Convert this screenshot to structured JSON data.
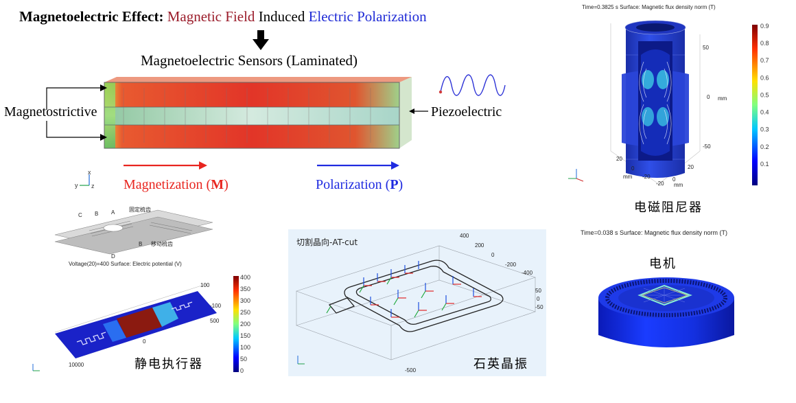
{
  "header": {
    "prefix": "Magnetoelectric Effect:",
    "field": "Magnetic Field",
    "mid": "Induced",
    "polar": "Electric Polarization"
  },
  "sensor": {
    "title": "Magnetoelectric Sensors (Laminated)",
    "left_label": "Magnetostrictive",
    "right_label": "Piezoelectric",
    "magnetization": "Magnetization (",
    "magnetization_sym": "M",
    "polarization": "Polarization (",
    "polarization_sym": "P",
    "close_paren": ")"
  },
  "damper": {
    "plot_title": "Time=0.3825 s   Surface: Magnetic flux density norm (T)",
    "caption": "电磁阻尼器",
    "colorbar_ticks": [
      "0.9",
      "0.8",
      "0.7",
      "0.6",
      "0.5",
      "0.4",
      "0.3",
      "0.2",
      "0.1"
    ],
    "axis_ticks": [
      "50",
      "0",
      "mm",
      "-50",
      "20",
      "0",
      "20",
      "mm",
      "-20",
      "-20",
      "0",
      "mm"
    ]
  },
  "motor": {
    "plot_title": "Time=0.038 s   Surface: Magnetic flux density norm (T)",
    "caption": "电机"
  },
  "actuator": {
    "plot_title": "Voltage(20)=400   Surface: Electric potential (V)",
    "caption": "静电执行器",
    "colorbar_ticks": [
      "400",
      "350",
      "300",
      "250",
      "200",
      "150",
      "100",
      "50",
      "0"
    ],
    "axis_ticks": [
      "100",
      "-100",
      "500",
      "0",
      "10000"
    ],
    "inset_labels": [
      "C",
      "B",
      "A",
      "固定梳齿",
      "D",
      "B",
      "移动梳齿"
    ]
  },
  "quartz": {
    "title": "切割晶向-AT-cut",
    "caption": "石英晶振",
    "axis_ticks": [
      "400",
      "200",
      "0",
      "-200",
      "-400",
      "50",
      "0",
      "-50",
      "-500"
    ]
  },
  "colors": {
    "magnetic": "#9b1d2b",
    "electric": "#1f2bd6",
    "red_arrow": "#e8251f",
    "blue_arrow": "#1f2be0"
  }
}
